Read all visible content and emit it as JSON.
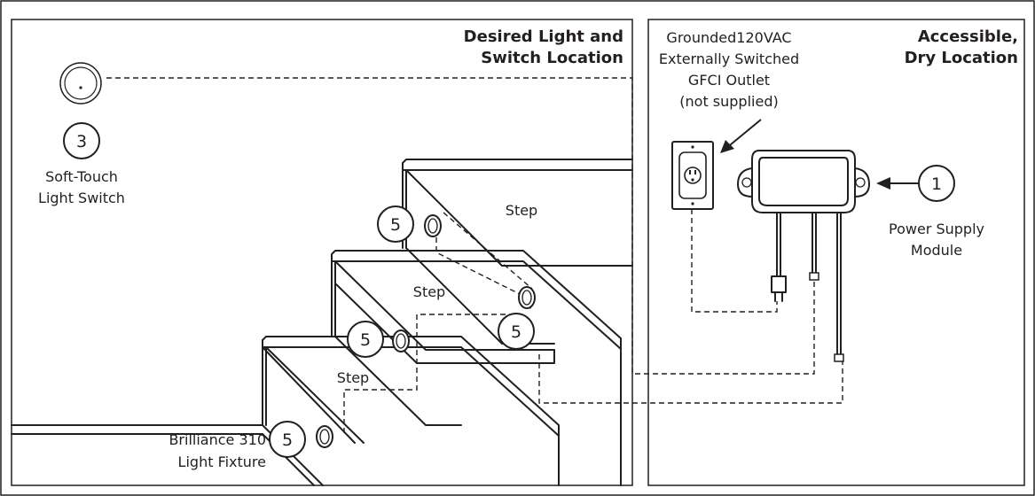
{
  "left_panel": {
    "heading_line1": "Desired Light and",
    "heading_line2": "Switch Location",
    "switch_number": "3",
    "switch_label_line1": "Soft-Touch",
    "switch_label_line2": "Light Switch",
    "step_label_top": "Step",
    "step_label_middle": "Step",
    "step_label_bottom": "Step",
    "fixture_number": "5",
    "fixture_label_line1": "Brilliance 310",
    "fixture_label_line2": "Light Fixture"
  },
  "right_panel": {
    "heading_line1": "Accessible,",
    "heading_line2": "Dry Location",
    "outlet_line1": "Grounded120VAC",
    "outlet_line2": "Externally Switched",
    "outlet_line3": "GFCI Outlet",
    "outlet_line4": "(not supplied)",
    "module_number": "1",
    "module_label_line1": "Power Supply",
    "module_label_line2": "Module"
  }
}
